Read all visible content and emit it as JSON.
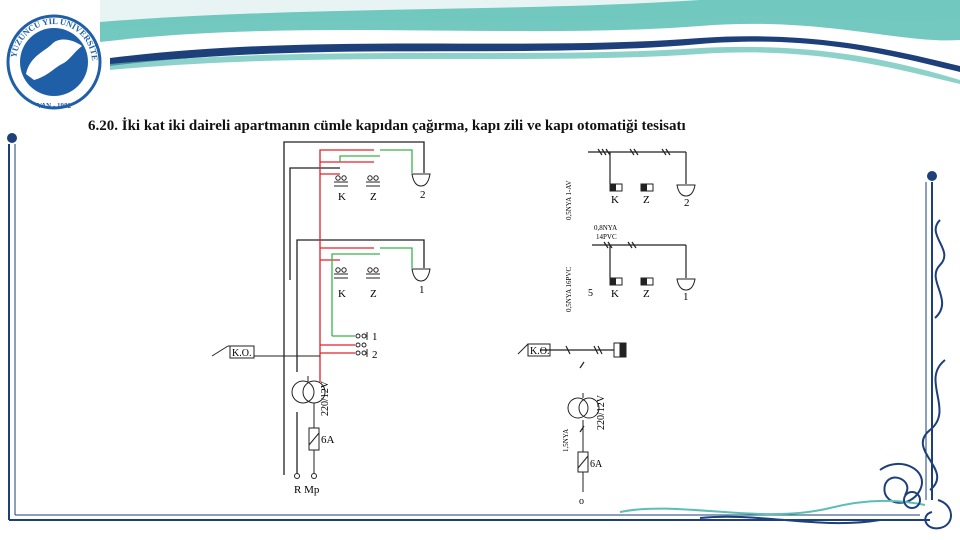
{
  "slide": {
    "title": "6.20. İki kat iki daireli apartmanın cümle kapıdan çağırma, kapı zili ve kapı otomatiği tesisatı"
  },
  "logo": {
    "ring_text": "YÜZÜNCÜ YIL ÜNİVERSİTESİ",
    "year_text": "VAN - 1982"
  },
  "colors": {
    "title_text": "#111111",
    "wire_black": "#222222",
    "wire_red": "#e0202a",
    "wire_green": "#39b54a",
    "ribbon_teal": "#5bbfb5",
    "ribbon_navy": "#1d3f7a",
    "logo_blue": "#1f5fa8"
  },
  "left_diagram": {
    "floor2": {
      "button_k": "K",
      "button_z": "Z",
      "bell": "2"
    },
    "floor1": {
      "button_k": "K",
      "button_z": "Z",
      "bell": "1"
    },
    "door_buttons": {
      "one": "1",
      "two": "2"
    },
    "door_opener": "K.O.",
    "transformer": "220/12V",
    "fuse": "6A",
    "supply": "R Mp"
  },
  "right_diagram": {
    "floor2": {
      "button_k": "K",
      "button_z": "Z",
      "bell": "2",
      "cable": "0,5NYA 1-AV"
    },
    "riser": {
      "cable": "0,8NYA",
      "conduit": "14PVC"
    },
    "floor1": {
      "button_k": "K",
      "button_z": "Z",
      "bell": "1",
      "cable": "0,5NYA 16PVC",
      "mark": "5"
    },
    "door_opener": "K.O.",
    "transformer": "220/12V",
    "cable_low": "1,5NYA",
    "fuse": "6A",
    "supply": "o"
  }
}
